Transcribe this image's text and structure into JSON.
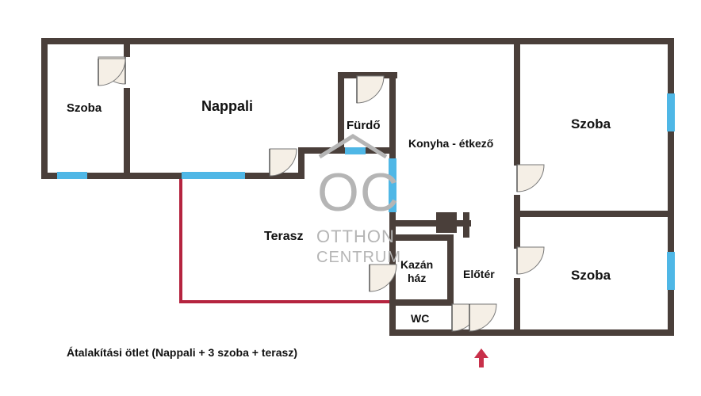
{
  "colors": {
    "wall": "#4a3f3a",
    "window": "#4fb7e6",
    "terrace_outline": "#b5243f",
    "entrance_arrow": "#c8304a",
    "door_fill": "#f5efe6",
    "watermark": "#b5b5b5"
  },
  "rooms": {
    "szoba_left": "Szoba",
    "nappali": "Nappali",
    "furdo": "Fürdő",
    "konyha": "Konyha - étkező",
    "szoba_top_right": "Szoba",
    "szoba_bottom_right": "Szoba",
    "terasz": "Terasz",
    "kazan_line1": "Kazán",
    "kazan_line2": "ház",
    "eloter": "Előtér",
    "wc": "WC"
  },
  "watermark": {
    "logo": "OC",
    "line1": "OTTHON",
    "line2": "CENTRUM"
  },
  "caption": "Átalakítási ötlet (Nappali +  3 szoba + terasz)",
  "icons": {
    "entrance": "up-arrow-icon",
    "doors": "door-swing-icon",
    "windows": "window-icon"
  }
}
